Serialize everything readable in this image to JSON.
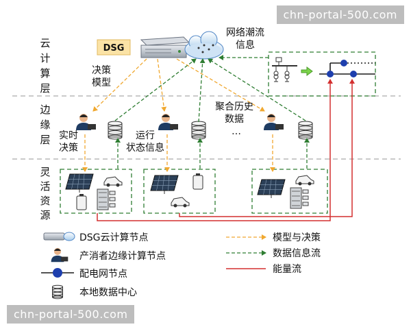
{
  "layers": {
    "cloud": "云计算层",
    "edge": "边缘层",
    "flexible": "灵活资源"
  },
  "labels": {
    "dsg": "DSG",
    "decision_model": [
      "决策",
      "模型"
    ],
    "network_flow_info": [
      "网络潮流",
      "信息"
    ],
    "realtime_decision": [
      "实时",
      "决策"
    ],
    "operation_status": [
      "运行",
      "状态信息"
    ],
    "aggregated_history": [
      "聚合历史",
      "数据"
    ],
    "ellipsis": "…"
  },
  "legend": {
    "dsg_cloud": "DSG云计算节点",
    "prosumer_edge": "产消者边缘计算节点",
    "grid_node": "配电网节点",
    "local_dc": "本地数据中心",
    "model_decision": "模型与决策",
    "data_flow": "数据信息流",
    "energy_flow": "能量流"
  },
  "watermark": "chn-portal-500.com",
  "colors": {
    "model_decision": "#f0a830",
    "data_flow": "#2e7d32",
    "energy_flow": "#d32f2f",
    "grid_node": "#1e3fae",
    "dsg_box": "#fbe3a6",
    "layer_divider": "#aaaaaa"
  }
}
